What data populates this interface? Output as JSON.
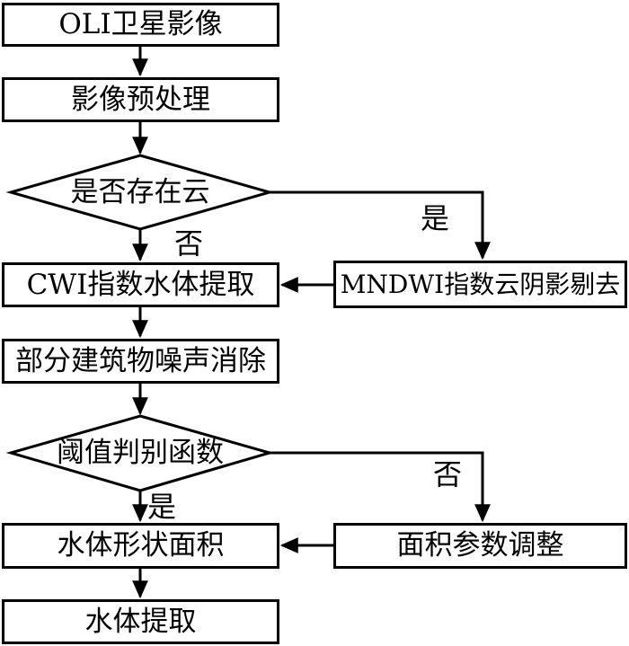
{
  "figure": {
    "type": "flowchart",
    "background_color": "#ffffff",
    "line_color": "#000000",
    "node_fill_color": "#ffffff"
  },
  "nodes": {
    "oli_image": {
      "label": "OLI卫星影像",
      "shape": "rect"
    },
    "preprocessing": {
      "label": "影像预处理",
      "shape": "rect"
    },
    "cloud_check": {
      "label": "是否存在云",
      "shape": "diamond"
    },
    "mndwi_cloud_shadow_removal": {
      "label": "MNDWI指数云阴影剔去",
      "shape": "rect"
    },
    "cwi_water_extraction": {
      "label": "CWI指数水体提取",
      "shape": "rect"
    },
    "building_noise_removal": {
      "label": "部分建筑物噪声消除",
      "shape": "rect"
    },
    "threshold_function": {
      "label": "阈值判别函数",
      "shape": "diamond"
    },
    "area_param_adjust": {
      "label": "面积参数调整",
      "shape": "rect"
    },
    "water_shape_area": {
      "label": "水体形状面积",
      "shape": "rect"
    },
    "water_extraction": {
      "label": "水体提取",
      "shape": "rect"
    }
  },
  "edge_labels": {
    "cloud_yes": "是",
    "cloud_no": "否",
    "threshold_yes": "是",
    "threshold_no": "否"
  }
}
